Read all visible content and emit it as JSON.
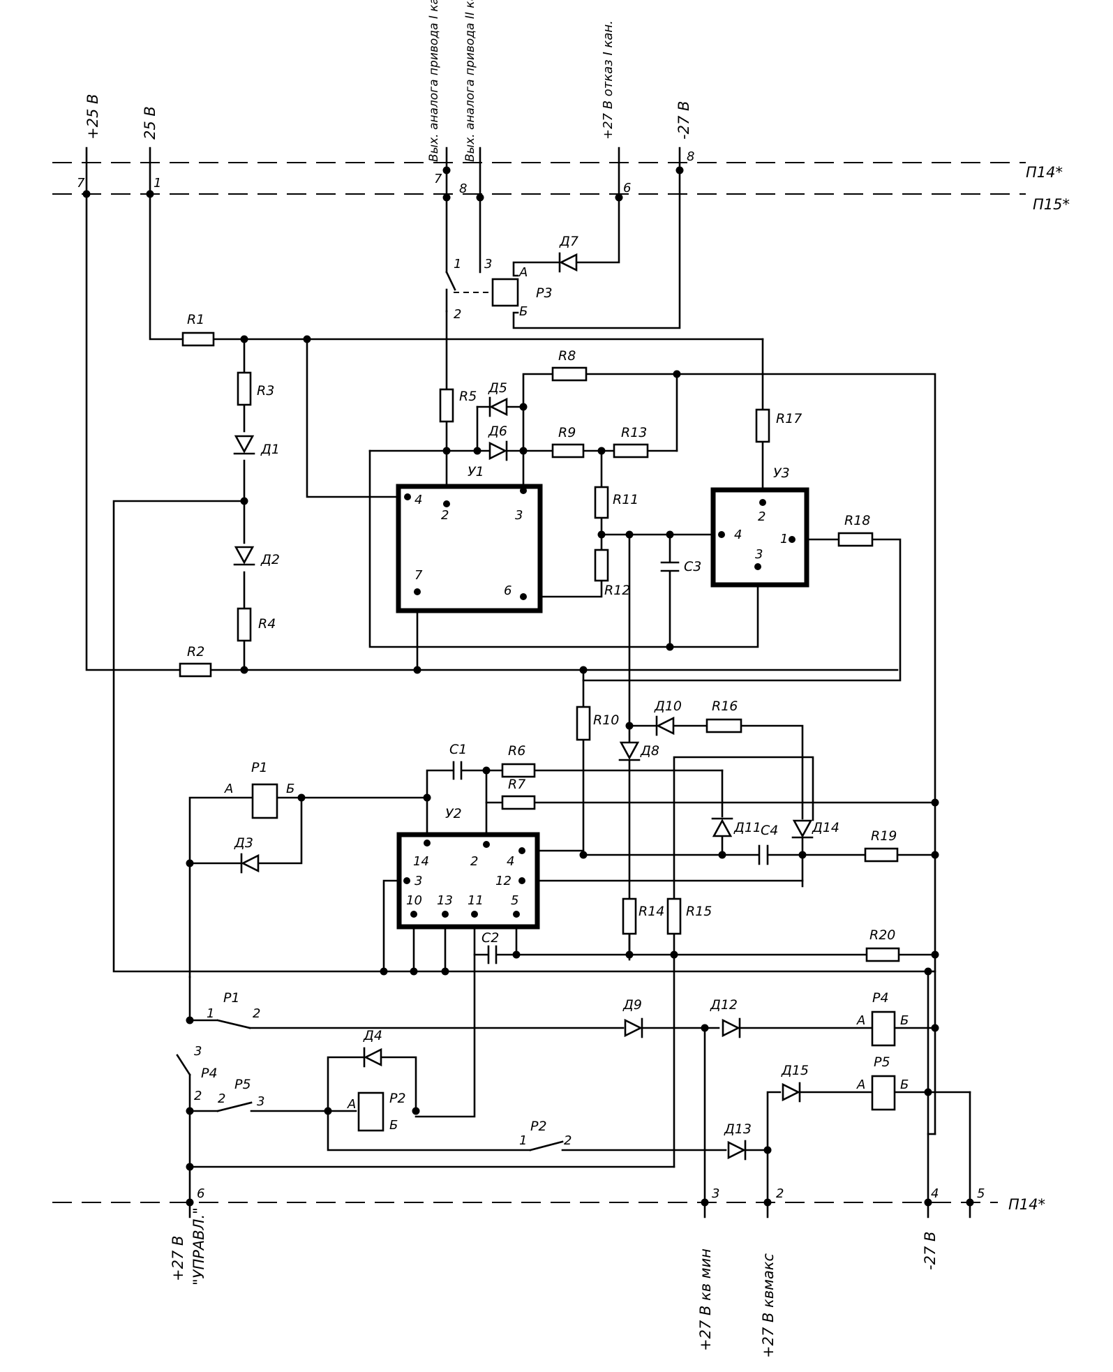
{
  "connectors": {
    "top1": "П14*",
    "top2": "П15*",
    "bottom": "П14*"
  },
  "rails": {
    "p25": "+25 В",
    "v25": "25 В",
    "out1": "Вых. аналога привода I кан.",
    "out2": "Вых. аналога привода II кан.",
    "p27_fail": "+27 В отказ I кан.",
    "m27_top": "-27 В",
    "p27_ctrl": "+27 В",
    "ctrl": "\"УПРАВЛ.\"",
    "kv_min": "+27 В кв мин",
    "kv_max": "+27 В квмакс",
    "m27_bottom": "-27 В"
  },
  "pins": {
    "t7": "7",
    "t1": "1",
    "t7b": "7",
    "t8": "8",
    "t6": "6",
    "t8b": "8",
    "b6": "6",
    "b3": "3",
    "b2": "2",
    "b4": "4",
    "b5": "5"
  },
  "components": {
    "resistors": [
      "R1",
      "R3",
      "R4",
      "R2",
      "R5",
      "R8",
      "R9",
      "R13",
      "R11",
      "R12",
      "R17",
      "R18",
      "R10",
      "R16",
      "R6",
      "R7",
      "R19",
      "R14",
      "R15",
      "R20"
    ],
    "diodes": [
      "Д1",
      "Д2",
      "Д3",
      "Д4",
      "Д5",
      "Д6",
      "Д7",
      "Д8",
      "Д9",
      "Д10",
      "Д11",
      "Д12",
      "Д13",
      "Д14",
      "Д15"
    ],
    "capacitors": [
      "C1",
      "C2",
      "C3",
      "C4"
    ],
    "relays": [
      "P1",
      "P2",
      "P3",
      "P4",
      "P5"
    ],
    "amps": [
      "У1",
      "У2",
      "У3"
    ]
  },
  "relay_pins": {
    "A": "A",
    "B": "Б",
    "n1": "1",
    "n2": "2",
    "n3": "3"
  },
  "amp_pins": {
    "u1": [
      "4",
      "2",
      "3",
      "7",
      "6"
    ],
    "u3": [
      "2",
      "4",
      "1",
      "3"
    ],
    "u2": [
      "14",
      "2",
      "4",
      "3",
      "12",
      "10",
      "13",
      "11",
      "5"
    ]
  }
}
